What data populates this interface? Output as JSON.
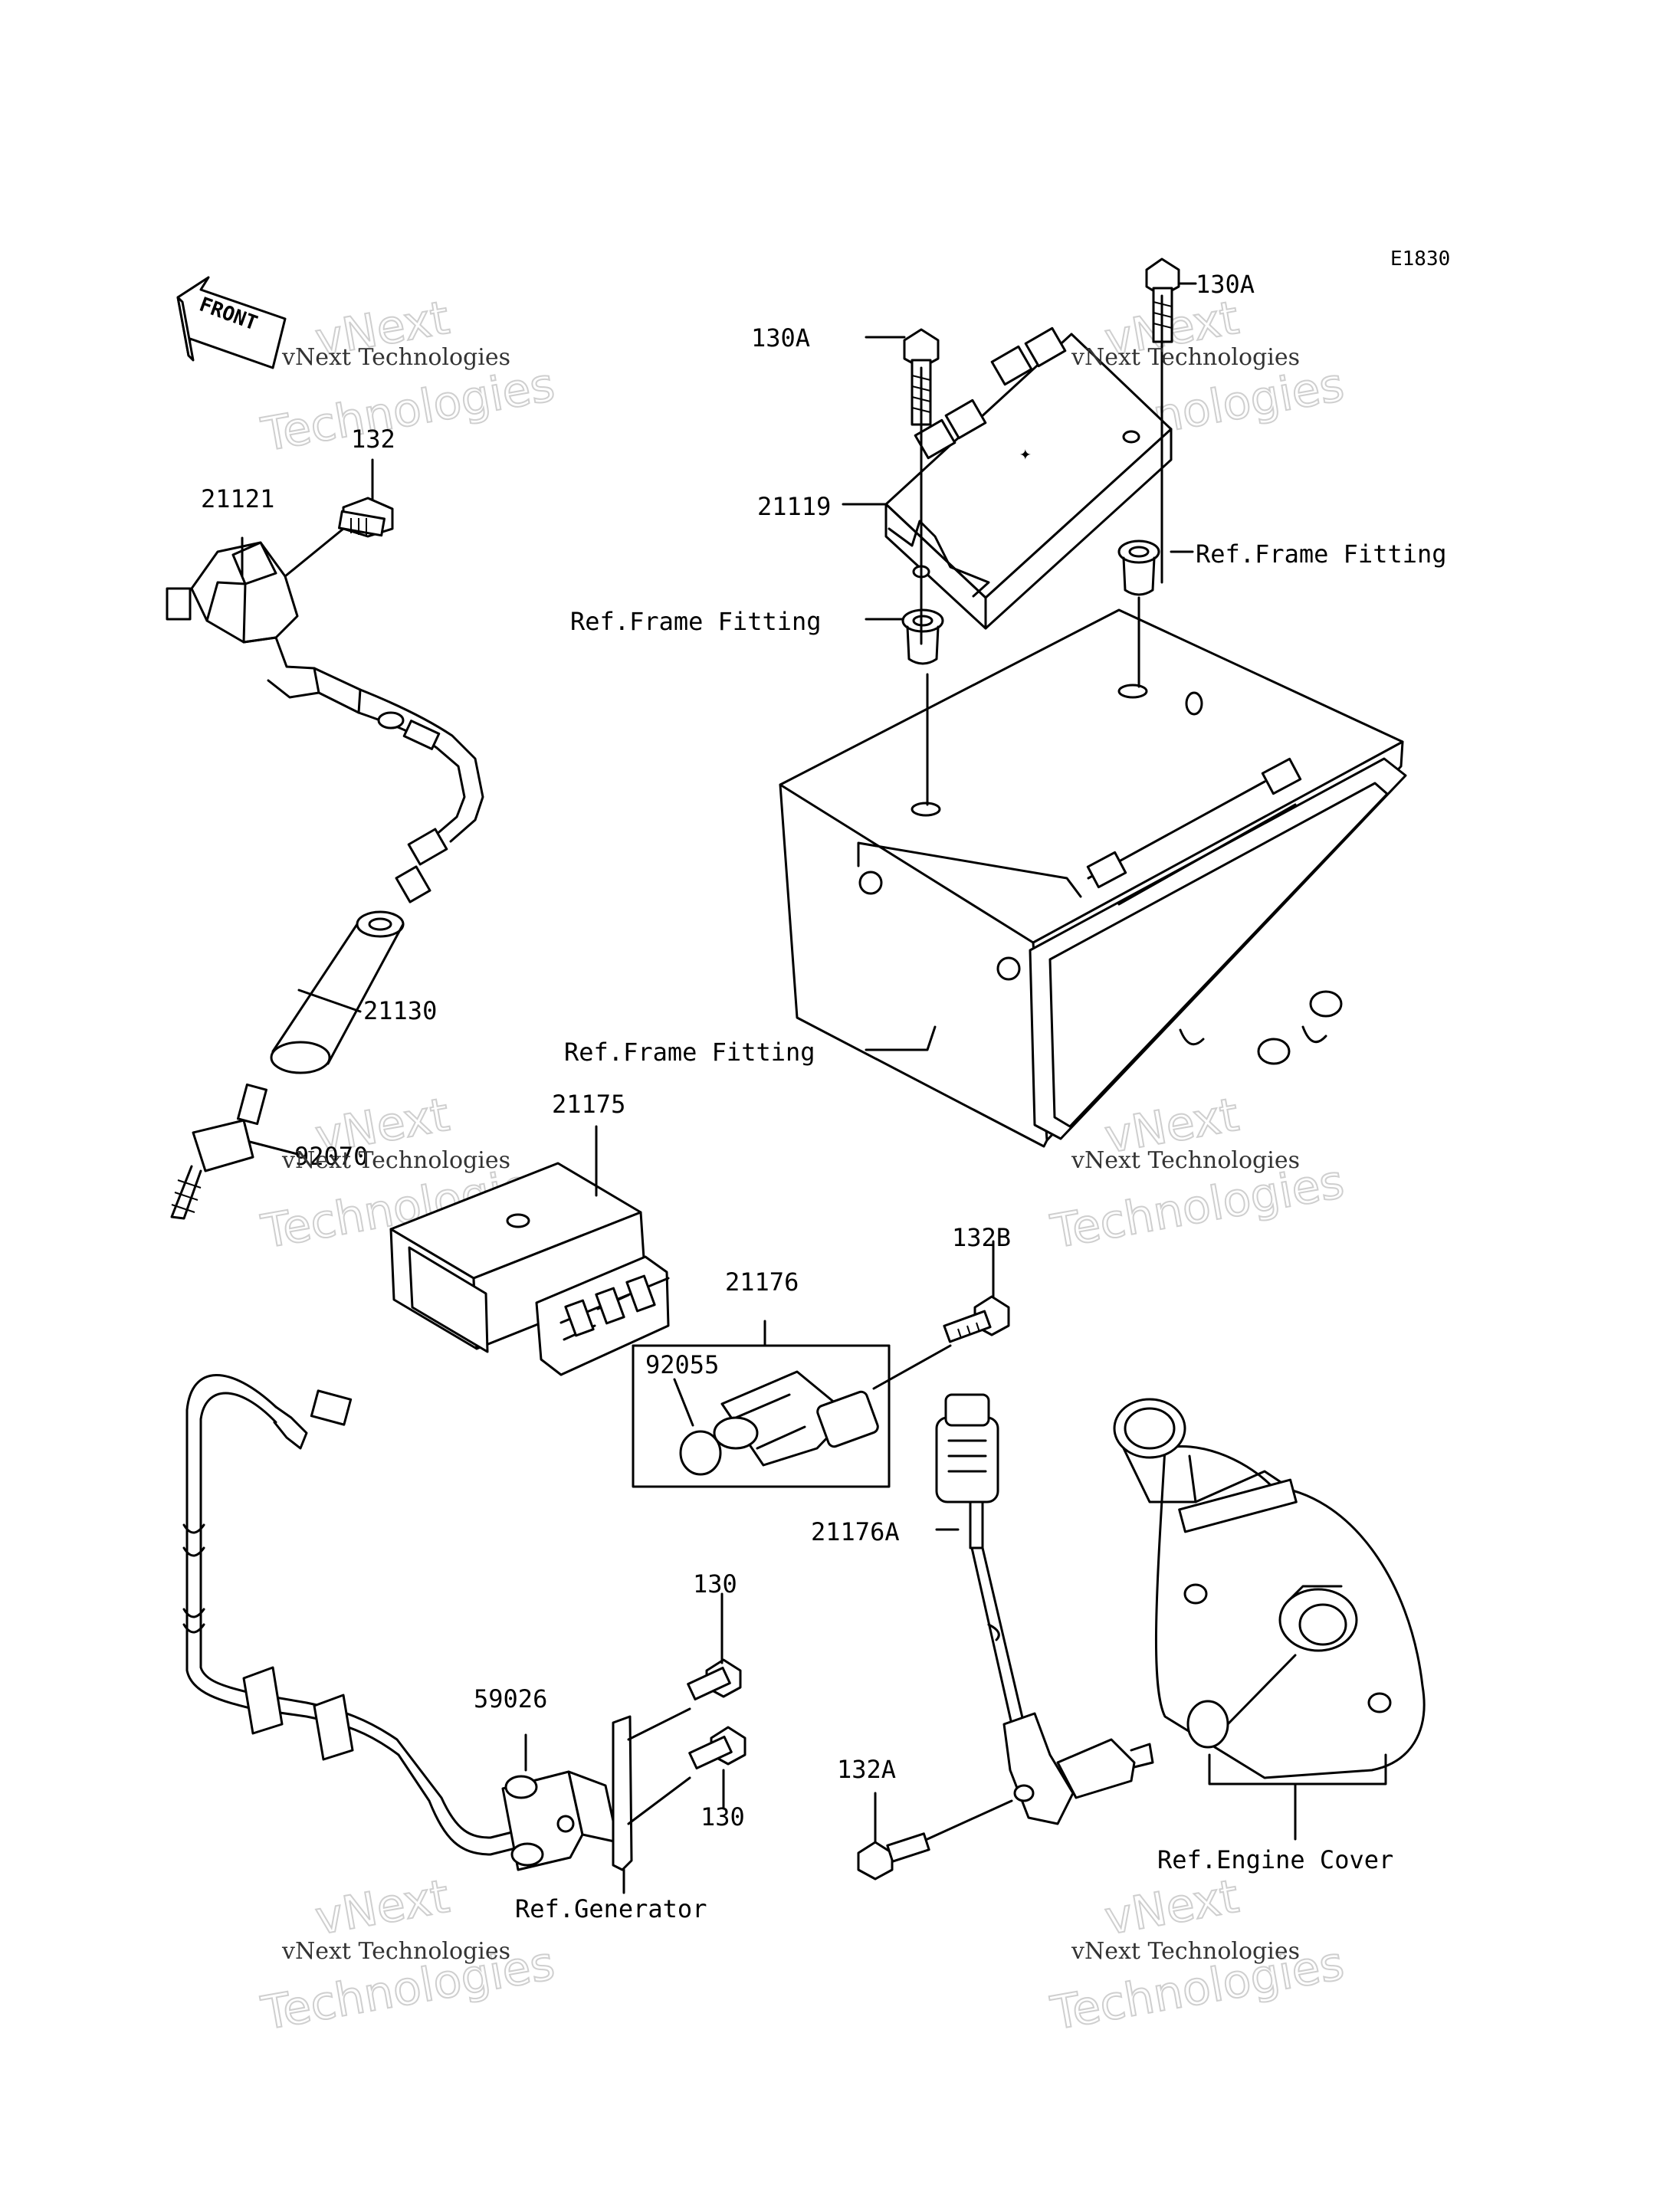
{
  "diagram_code": "E1830",
  "front_label": "FRONT",
  "watermark": {
    "line1": "vNext",
    "line2": "vNext Technologies",
    "line3": "Technologies"
  },
  "labels": {
    "p130A_left": "130A",
    "p130A_right": "130A",
    "p21119": "21119",
    "ref_frame_1": "Ref.Frame Fitting",
    "ref_frame_2": "Ref.Frame Fitting",
    "ref_frame_3": "Ref.Frame Fitting",
    "p132": "132",
    "p21121": "21121",
    "p21130": "21130",
    "p21175": "21175",
    "p92070": "92070",
    "p21176": "21176",
    "p132B": "132B",
    "p92055": "92055",
    "p21176A": "21176A",
    "p130_top": "130",
    "p130_bottom": "130",
    "p59026": "59026",
    "ref_generator": "Ref.Generator",
    "p132A": "132A",
    "ref_engine_cover": "Ref.Engine Cover"
  }
}
